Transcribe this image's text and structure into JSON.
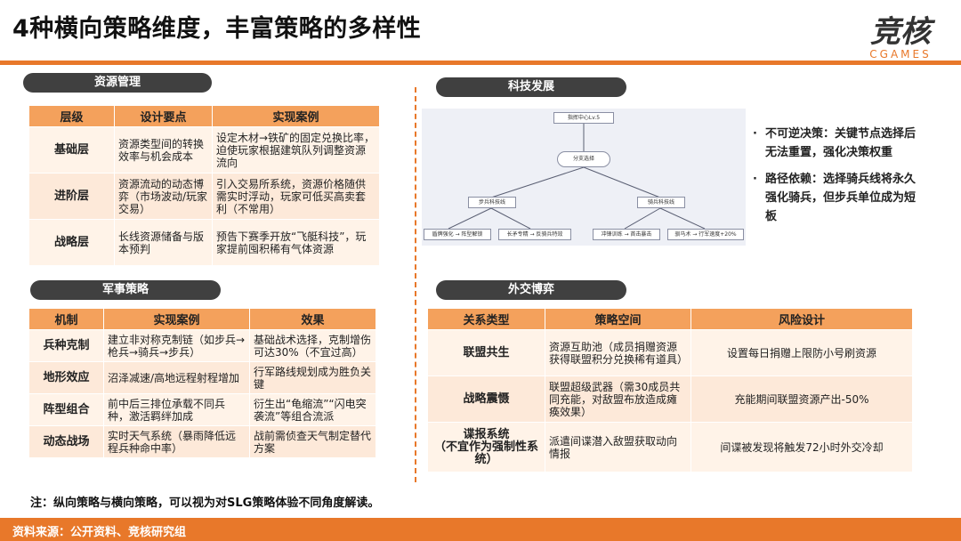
{
  "title": "4种横向策略维度，丰富策略的多样性",
  "logo": {
    "cn": "竞核",
    "en": "CGAMES"
  },
  "resource": {
    "pill": "资源管理",
    "headers": [
      "层级",
      "设计要点",
      "实现案例"
    ],
    "rows": [
      [
        "基础层",
        "资源类型间的转换效率与机会成本",
        "设定木材→铁矿的固定兑换比率，迫使玩家根据建筑队列调整资源流向"
      ],
      [
        "进阶层",
        "资源流动的动态博弈（市场波动/玩家交易）",
        "引入交易所系统，资源价格随供需实时浮动，玩家可低买高卖套利（不常用）"
      ],
      [
        "战略层",
        "长线资源储备与版本预判",
        "预告下赛季开放“飞艇科技”，玩家提前囤积稀有气体资源"
      ]
    ]
  },
  "military": {
    "pill": "军事策略",
    "headers": [
      "机制",
      "实现案例",
      "效果"
    ],
    "rows": [
      [
        "兵种克制",
        "建立非对称克制链（如步兵→枪兵→骑兵→步兵）",
        "基础战术选择，克制增伤可达30%（不宜过高）"
      ],
      [
        "地形效应",
        "沼泽减速/高地远程射程增加",
        "行军路线规划成为胜负关键"
      ],
      [
        "阵型组合",
        "前中后三排位承载不同兵种，激活羁绊加成",
        "衍生出“龟缩流”“闪电突袭流”等组合流派"
      ],
      [
        "动态战场",
        "实时天气系统（暴雨降低远程兵种命中率）",
        "战前需侦查天气制定替代方案"
      ]
    ]
  },
  "tech": {
    "pill": "科技发展",
    "nodes": {
      "root": "指挥中心Lv.5",
      "choice": "分支选择",
      "left": "步兵科技线",
      "right": "骑兵科技线",
      "leaf1": "盾牌强化 → 阵型解锁",
      "leaf2": "长矛专精 → 反骑兵特效",
      "leaf3": "冲锋训练 → 首击暴击",
      "leaf4": "驯马术 → 行军速度+20%"
    },
    "bullets": [
      "不可逆决策：关键节点选择后无法重置，强化决策权重",
      "路径依赖：选择骑兵线将永久强化骑兵，但步兵单位成为短板"
    ]
  },
  "diplomacy": {
    "pill": "外交博弈",
    "headers": [
      "关系类型",
      "策略空间",
      "风险设计"
    ],
    "rows": [
      [
        "联盟共生",
        "资源互助池（成员捐赠资源获得联盟积分兑换稀有道具）",
        "设置每日捐赠上限防小号刷资源"
      ],
      [
        "战略震慑",
        "联盟超级武器（需30成员共同充能，对敌盟布放造成瘫痪效果）",
        "充能期间联盟资源产出-50%"
      ],
      [
        "谍报系统\n（不宜作为强制性系统）",
        "派遣间谍潜入敌盟获取动向情报",
        "间谍被发现将触发72小时外交冷却"
      ]
    ]
  },
  "note": "注：纵向策略与横向策略，可以视为对SLG策略体验不同角度解读。",
  "footer": "资料来源：公开资料、竞核研究组",
  "colors": {
    "accent": "#e8782a",
    "header_cell": "#f4a15c",
    "body_cell": "#fff3e8",
    "pill": "#404040"
  }
}
